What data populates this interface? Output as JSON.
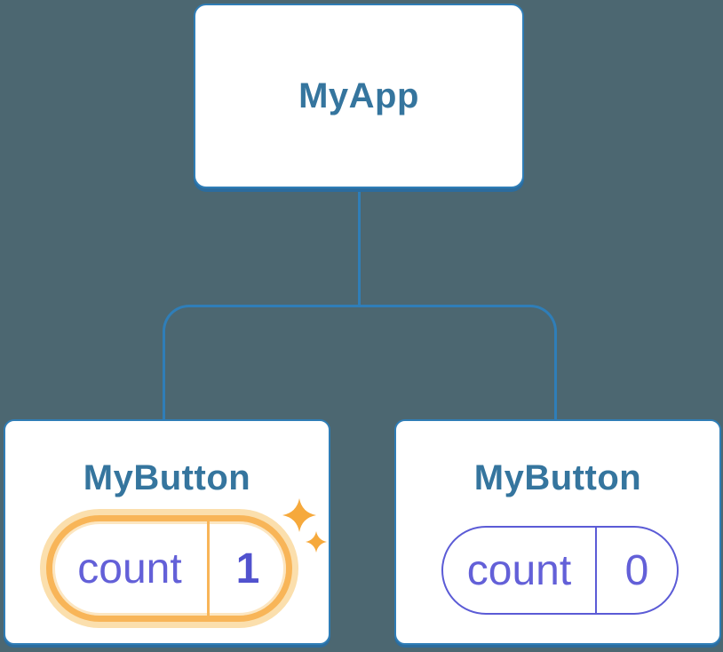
{
  "tree": {
    "root": {
      "label": "MyApp"
    },
    "children": [
      {
        "label": "MyButton",
        "state": {
          "name": "count",
          "value": "1",
          "highlighted": true
        }
      },
      {
        "label": "MyButton",
        "state": {
          "name": "count",
          "value": "0",
          "highlighted": false
        }
      }
    ]
  },
  "colors": {
    "background": "#4C6771",
    "connector": "#2F7EB8",
    "card_fill": "#FFFFFF",
    "card_border": "#2F7DB6",
    "card_shadow": "#2B6C9E",
    "title_text": "#35759E",
    "state_text": "#6360D8",
    "state_value_highlight_text": "#5152CE",
    "state_border": "#5B5BD6",
    "highlight_ring": "#F8B558",
    "highlight_glow": "#FBDFAD",
    "sparkle": "#F6A93C"
  }
}
